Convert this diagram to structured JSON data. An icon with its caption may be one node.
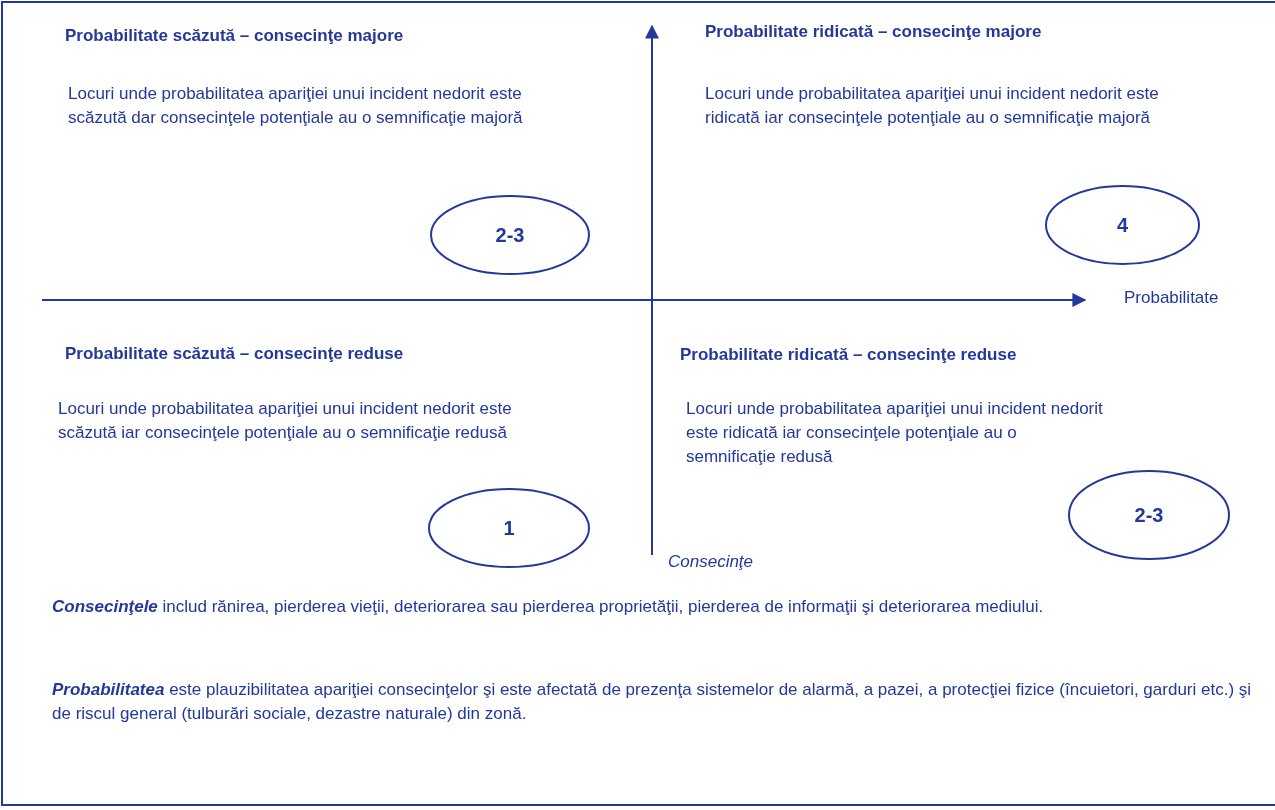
{
  "diagram": {
    "nodes": [
      {
        "text": [
          "2-3"
        ]
      },
      {
        "text": [
          "4"
        ]
      },
      {
        "text": [
          "1"
        ]
      },
      {
        "text": [
          "2-3"
        ]
      }
    ],
    "edges": [],
    "labels": [
      "Probabilitate scăzută – consecinţe majore",
      "Locuri unde probabilitatea apariţiei unui incident nedorit este scăzută dar consecinţele potenţiale au o semnificaţie majoră",
      "Probabilitate ridicată – consecinţe majore",
      "Locuri unde probabilitatea apariţiei unui incident nedorit este ridicată iar consecinţele potenţiale au o semnificaţie majoră",
      "Probabilitate",
      "Probabilitate scăzută – consecinţe reduse",
      "Locuri unde probabilitatea apariţiei unui incident nedorit este scăzută iar consecinţele potenţiale au o semnificaţie redusă",
      "Probabilitate ridicată – consecinţe reduse",
      "Locuri unde probabilitatea apariţiei unui incident nedorit este ridicată iar consecinţele potenţiale au o semnificaţie redusă",
      "Consecinţe",
      "**Consecinţele** includ rănirea, pierderea vieţii, deteriorarea sau pierderea proprietăţii, pierderea de informaţii şi deteriorarea mediului.",
      "**Probabilitatea** este plauzibilitatea apariţiei consecinţelor şi este afectată de prezenţa sistemelor de alarmă, a pazei,  a protecţiei fizice  (încuietori, garduri etc.) şi de riscul general (tulburări sociale, dezastre naturale) din zonă."
    ]
  }
}
